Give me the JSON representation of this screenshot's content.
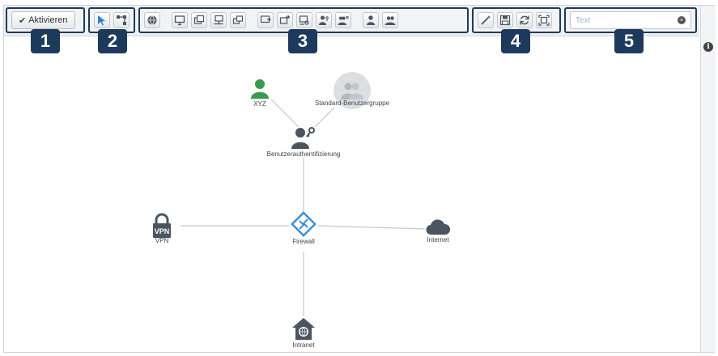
{
  "toolbar": {
    "activate_label": "Aktivieren",
    "search_placeholder": "Text"
  },
  "badges": [
    "1",
    "2",
    "3",
    "4",
    "5"
  ],
  "nodes": {
    "user": "XYZ",
    "group": "Standard-Benutzergruppe",
    "auth": "Benutzerauthentifizierung",
    "firewall": "Firewall",
    "vpn": "VPN",
    "internet": "Internet",
    "intranet": "Intranet"
  },
  "colors": {
    "badge": "#1d3a5c",
    "user_green": "#3a9a4e",
    "firewall_blue": "#3a8fd8",
    "icon_dark": "#4a5560"
  }
}
